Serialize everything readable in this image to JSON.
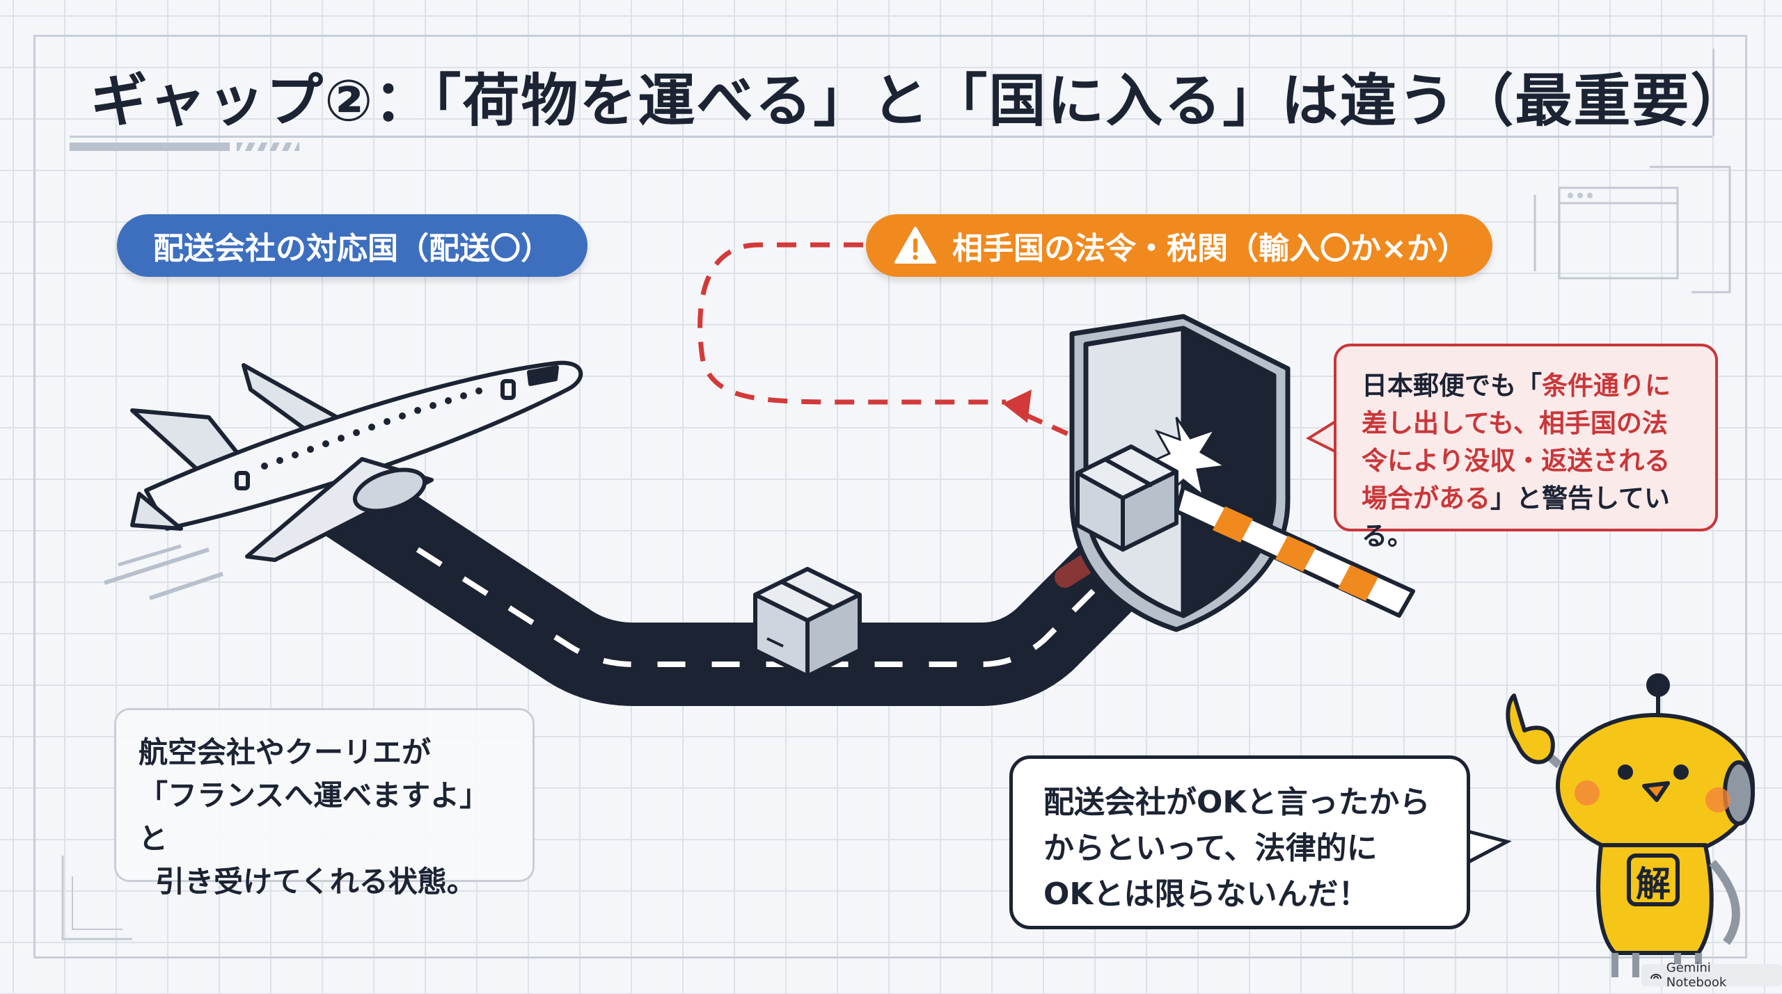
{
  "title": "ギャップ②：「荷物を運べる」と「国に入る」は違う（最重要）",
  "labels": {
    "carrier": "配送会社の対応国（配送〇）",
    "law": "相手国の法令・税関（輸入〇か×か）"
  },
  "warning_callout": {
    "prefix": "日本郵便でも「",
    "highlight": "条件通りに差し出しても、相手国の法令により没収・返送される場合がある",
    "suffix": "」と警告している。"
  },
  "note": {
    "line1": "航空会社やクーリエが",
    "line2": "「フランスへ運べますよ」と",
    "line3": "引き受けてくれる状態。"
  },
  "speech": {
    "line1": "配送会社がOKと言ったから",
    "line2": "からといって、法律的に",
    "line3": "OKとは限らないんだ！"
  },
  "mascot": {
    "badge": "解"
  },
  "watermark": "Gemini Notebook",
  "colors": {
    "blue": "#3e6fbf",
    "orange": "#f0891e",
    "red": "#c8373a",
    "navy": "#1c2333",
    "mascot_yellow": "#f5c518"
  }
}
